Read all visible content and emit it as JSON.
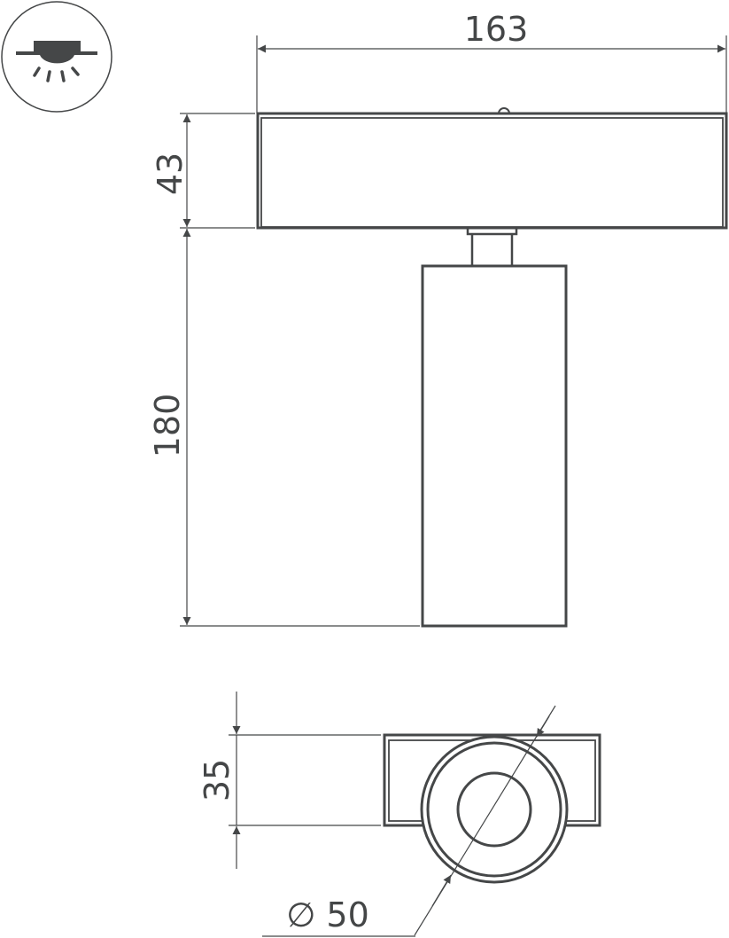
{
  "drawing": {
    "title": "Track spot light dimension drawing",
    "icon": "ceiling-downlight-icon",
    "line_color": "#454748",
    "background": "#ffffff",
    "units": "mm"
  },
  "dimensions": {
    "width": "163",
    "head_height": "43",
    "body_height": "180",
    "bottom_height": "35",
    "diameter": "∅ 50"
  }
}
